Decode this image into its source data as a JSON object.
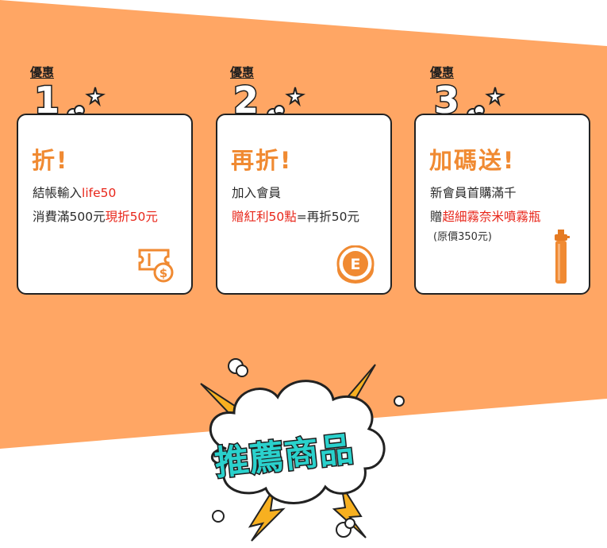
{
  "colors": {
    "orange": "#ffa664",
    "accent": "#f08a32",
    "red": "#e8261a",
    "teal": "#2ad1cc"
  },
  "offers": [
    {
      "tag": "優惠",
      "number": "1",
      "title": "折!",
      "line1": {
        "text": "結帳輸入",
        "highlight": "life50"
      },
      "line2": {
        "text": "消費滿500元",
        "highlight": "現折50元"
      },
      "icon": "coupon-dollar-icon"
    },
    {
      "tag": "優惠",
      "number": "2",
      "title": "再折!",
      "line1": {
        "text": "加入會員",
        "highlight": ""
      },
      "line2": {
        "highlight": "贈紅利50點",
        "text": "=再折50元"
      },
      "icon": "e-coin-icon"
    },
    {
      "tag": "優惠",
      "number": "3",
      "title": "加碼送!",
      "line1": {
        "text": "新會員首購滿千",
        "highlight": ""
      },
      "line2": {
        "text": "贈",
        "highlight": "超細霧奈米噴霧瓶"
      },
      "note": "(原價350元)",
      "icon": "spray-bottle-icon"
    }
  ],
  "banner": {
    "text": "推薦商品"
  }
}
